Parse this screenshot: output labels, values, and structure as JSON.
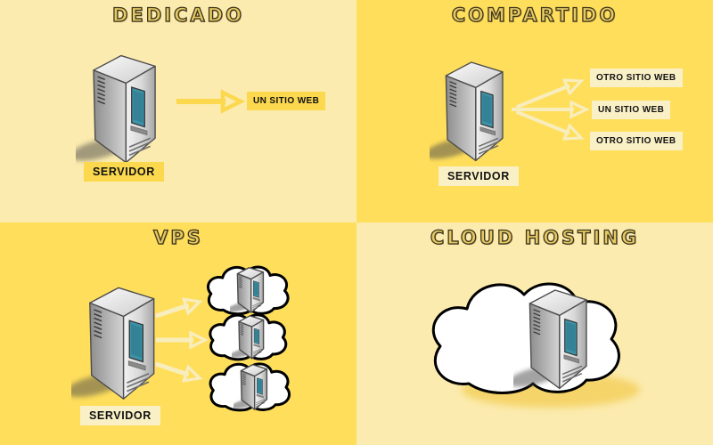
{
  "colors": {
    "pale_background": "#FBEBAE",
    "deep_background": "#FFDE5B",
    "deep_label_box": "#FBD84E",
    "cream_label_box": "#FAF0C6",
    "arrow_on_pale": "#FBD84E",
    "arrow_on_deep": "#F8EDBD",
    "title_fill": "#E6C963",
    "title_outline": "#3E351C",
    "label_text": "#121212",
    "server_screen": "#3E93A8",
    "cloud_fill": "#FFFFFF",
    "cloud_outline": "#000000"
  },
  "quadrants": {
    "dedicado": {
      "title": "DEDICADO",
      "server_label": "SERVIDOR",
      "site_label": "UN SITIO WEB"
    },
    "compartido": {
      "title": "COMPARTIDO",
      "server_label": "SERVIDOR",
      "site_labels": [
        "OTRO SITIO WEB",
        "UN SITIO WEB",
        "OTRO SITIO WEB"
      ]
    },
    "vps": {
      "title": "VPS",
      "server_label": "SERVIDOR",
      "cloud_count": 3
    },
    "cloud_hosting": {
      "title": "CLOUD HOSTING"
    }
  }
}
